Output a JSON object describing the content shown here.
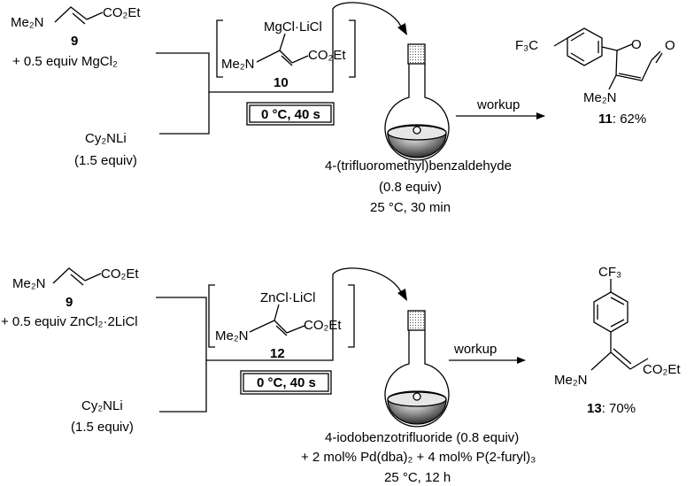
{
  "scheme1": {
    "reagent1": {
      "n_label": "Me₂N",
      "co2et": "CO₂Et",
      "number": "9",
      "additive": "+ 0.5 equiv MgCl₂"
    },
    "base": {
      "name": "Cy₂NLi",
      "amount": "(1.5 equiv)"
    },
    "intermediate": {
      "metal": "MgCl·LiCl",
      "n_label": "Me₂N",
      "co2et": "CO₂Et",
      "number": "10"
    },
    "condition": "0 °C, 40 s",
    "electrophile": {
      "line1": "4-(trifluoromethyl)benzaldehyde",
      "line2": "(0.8 equiv)",
      "line3": "25 °C, 30 min"
    },
    "workup": "workup",
    "product": {
      "cf3": "F₃C",
      "n_label": "Me₂N",
      "number": "11",
      "yield": ": 62%"
    }
  },
  "scheme2": {
    "reagent1": {
      "n_label": "Me₂N",
      "co2et": "CO₂Et",
      "number": "9",
      "additive": "+ 0.5 equiv ZnCl₂·2LiCl"
    },
    "base": {
      "name": "Cy₂NLi",
      "amount": "(1.5 equiv)"
    },
    "intermediate": {
      "metal": "ZnCl·LiCl",
      "n_label": "Me₂N",
      "co2et": "CO₂Et",
      "number": "12"
    },
    "condition": "0 °C, 40 s",
    "electrophile": {
      "line1": "4-iodobenzotrifluoride (0.8 equiv)",
      "line2": "+ 2 mol% Pd(dba)₂ + 4 mol% P(2-furyl)₃",
      "line3": "25 °C, 12 h"
    },
    "workup": "workup",
    "product": {
      "cf3": "CF₃",
      "n_label": "Me₂N",
      "co2et": "CO₂Et",
      "number": "13",
      "yield": ": 70%"
    }
  }
}
